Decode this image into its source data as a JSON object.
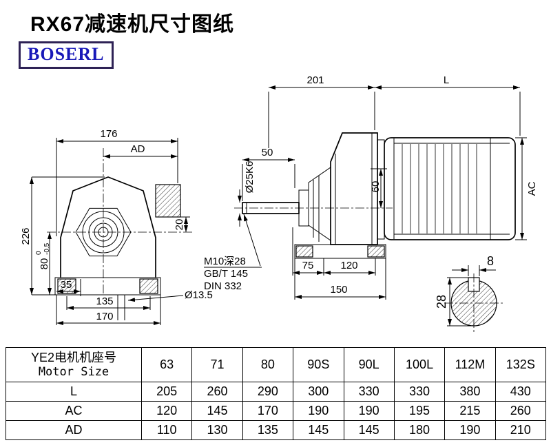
{
  "title": "RX67减速机尺寸图纸",
  "brand": "BOSERL",
  "colors": {
    "line": "#000000",
    "logo_text": "#1818b8",
    "logo_border": "#2e2255",
    "background": "#ffffff"
  },
  "drawing": {
    "front_view": {
      "dim_176": "176",
      "dim_ad": "AD",
      "dim_226": "226",
      "dim_80": "80",
      "tol_upper": "0",
      "tol_lower": "-0.5",
      "dim_35": "35",
      "dim_135": "135",
      "dim_170": "170",
      "dim_20": "20",
      "hole_dia": "Ø13.5"
    },
    "side_view": {
      "dim_201": "201",
      "dim_l": "L",
      "dim_50": "50",
      "shaft_dia": "Ø25K6",
      "dim_60": "60",
      "dim_ac": "AC",
      "tap_note_1": "M10深28",
      "tap_note_2": "GB/T 145",
      "tap_note_3": "DIN 332",
      "dim_75": "75",
      "dim_120": "120",
      "dim_150": "150"
    },
    "shaft_section": {
      "keyway_width": "8",
      "keyway_height": "28"
    }
  },
  "table": {
    "header": {
      "label_cn": "YE2电机机座号",
      "label_en": "Motor Size"
    },
    "sizes": [
      "63",
      "71",
      "80",
      "90S",
      "90L",
      "100L",
      "112M",
      "132S"
    ],
    "rows": [
      {
        "label": "L",
        "values": [
          "205",
          "260",
          "290",
          "300",
          "330",
          "330",
          "380",
          "430"
        ]
      },
      {
        "label": "AC",
        "values": [
          "120",
          "145",
          "170",
          "190",
          "190",
          "195",
          "215",
          "260"
        ]
      },
      {
        "label": "AD",
        "values": [
          "110",
          "130",
          "135",
          "145",
          "145",
          "180",
          "190",
          "210"
        ]
      }
    ]
  }
}
